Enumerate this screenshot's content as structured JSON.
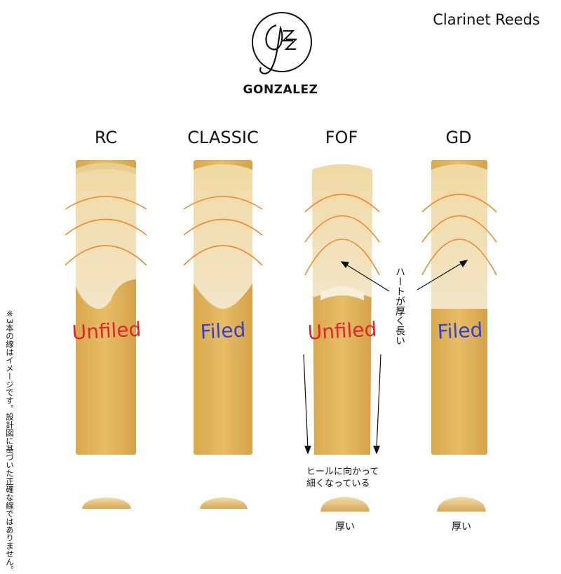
{
  "header": {
    "title": "Clarinet Reeds",
    "brand": "GONZALEZ",
    "logo_mark": "GZ"
  },
  "reeds": [
    {
      "name": "RC",
      "cut": "Unfiled",
      "cut_color": "#e3242b"
    },
    {
      "name": "CLASSIC",
      "cut": "Filed",
      "cut_color": "#3340d0"
    },
    {
      "name": "FOF",
      "cut": "Unfiled",
      "cut_color": "#e3242b"
    },
    {
      "name": "GD",
      "cut": "Filed",
      "cut_color": "#3340d0"
    }
  ],
  "notes": {
    "side_note": "※3本の線はイメージです。設計図に基づいた正確な線ではありません。",
    "heart_note": "ハートが厚く長い",
    "heel_note_line1": "ヒールに向かって",
    "heel_note_line2": "細くなっている",
    "thick_fof": "厚い",
    "thick_gd": "厚い"
  },
  "colors": {
    "arc": "#f08a2a",
    "cane_light": "#f1e3bd",
    "cane_dark": "#e1b45a"
  }
}
